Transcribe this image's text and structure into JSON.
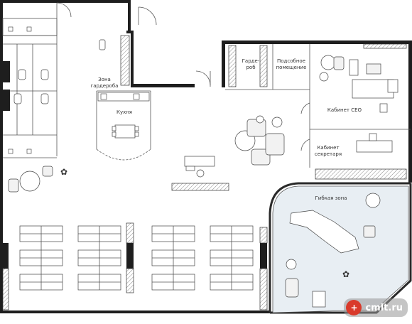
{
  "labels": {
    "wardrobe_zone_1": "Зона",
    "wardrobe_zone_2": "гардероба",
    "kitchen": "Кухня",
    "storage_1": "Гарде-",
    "storage_2": "роб",
    "utility_1": "Подсобное",
    "utility_2": "помещение",
    "ceo": "Кабинет CEO",
    "secretary_1": "Кабинет",
    "secretary_2": "секретаря",
    "flex": "Гибкая зона"
  },
  "watermark": {
    "text": "cmlt.ru",
    "badge": "+"
  },
  "colors": {
    "wall": "#1e1e1e",
    "flex_zone": "#e8eef3",
    "watermark_badge": "#d93a2b"
  }
}
